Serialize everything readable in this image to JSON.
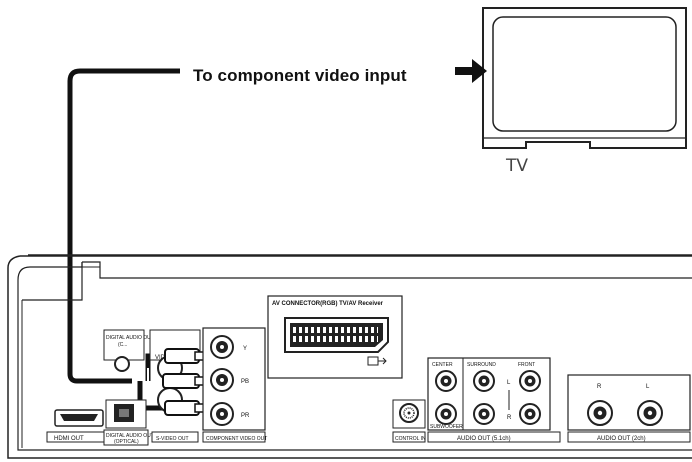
{
  "caption": "To component video input",
  "tv_label": "TV",
  "panel": {
    "hdmi_out": "HDMI OUT",
    "digital_audio_out_upper": "DIGITAL AUDIO OUT",
    "digital_audio_out_upper_sub": "(C...",
    "video_out": "VIDEO OUT",
    "digital_audio_out": "DIGITAL AUDIO OUT",
    "optical": "(OPTICAL)",
    "s_video_out": "S-VIDEO OUT",
    "y": "Y",
    "pb": "PB",
    "pr": "PR",
    "component_video_out": "COMPONENT VIDEO OUT",
    "av_connector": "AV CONNECTOR(RGB) TV/AV Receiver",
    "control_in": "CONTROL IN",
    "center": "CENTER",
    "surround": "SURROUND",
    "front": "FRONT",
    "subwoofer": "SUBWOOFER",
    "l_51": "L",
    "r_51": "R",
    "audio_out_51": "AUDIO OUT (5.1ch)",
    "r_2ch": "R",
    "l_2ch": "L",
    "audio_out_2ch": "AUDIO OUT (2ch)"
  }
}
